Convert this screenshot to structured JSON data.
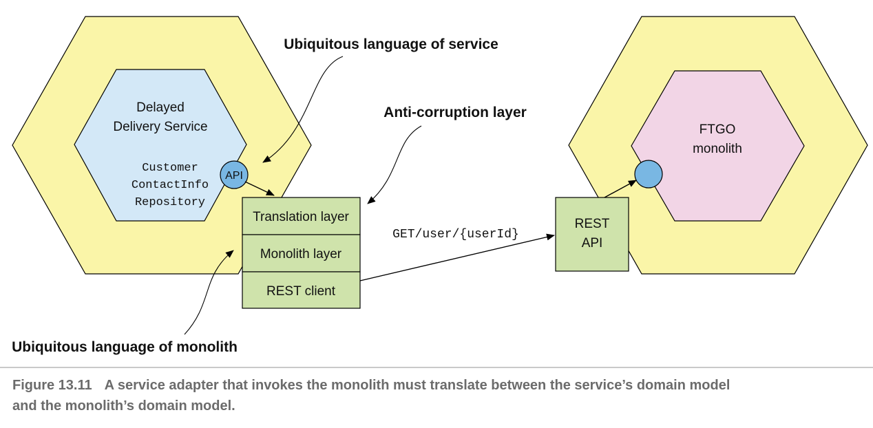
{
  "colors": {
    "outer_hex": "#faf5a8",
    "service_hex": "#d3e8f7",
    "monolith_hex": "#f2d5e6",
    "box_fill": "#cfe3ab",
    "api_dot": "#79b7e3",
    "stroke": "#000000",
    "caption_text": "#6b6b6b"
  },
  "service": {
    "name_line1": "Delayed",
    "name_line2": "Delivery Service",
    "repo_line1": "Customer",
    "repo_line2": "ContactInfo",
    "repo_line3": "Repository",
    "api_label": "API"
  },
  "adapter": {
    "translation_layer": "Translation layer",
    "monolith_layer": "Monolith layer",
    "rest_client": "REST client"
  },
  "monolith": {
    "name_line1": "FTGO",
    "name_line2": "monolith",
    "rest_api_line1": "REST",
    "rest_api_line2": "API"
  },
  "request_label": "GET/user/{userId}",
  "callouts": {
    "ubiquitous_service": "Ubiquitous language of service",
    "anti_corruption": "Anti-corruption layer",
    "ubiquitous_monolith": "Ubiquitous language of monolith"
  },
  "caption": {
    "figure_number": "Figure 13.11",
    "text_line1": "A service adapter that invokes the monolith must translate between the service’s domain model",
    "text_line2": "and the monolith’s domain model."
  }
}
